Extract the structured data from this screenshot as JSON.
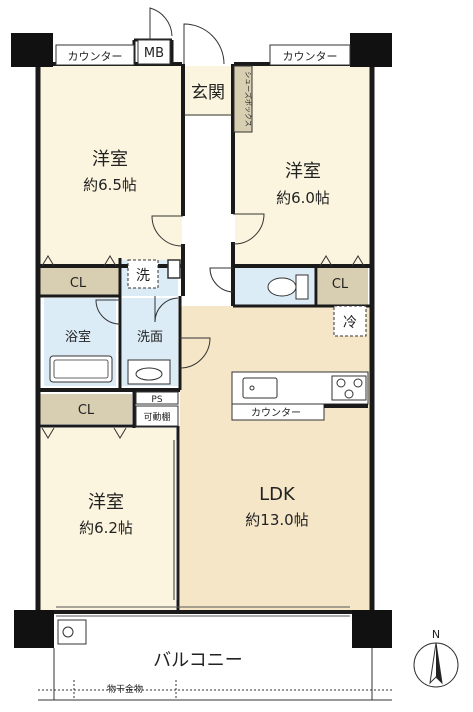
{
  "rooms": {
    "western1": {
      "name": "洋室",
      "size": "約6.5帖"
    },
    "western2": {
      "name": "洋室",
      "size": "約6.0帖"
    },
    "western3": {
      "name": "洋室",
      "size": "約6.2帖"
    },
    "ldk": {
      "name": "LDK",
      "size": "約13.0帖"
    },
    "bath": {
      "name": "浴室"
    },
    "washroom": {
      "name": "洗面"
    },
    "entrance": {
      "name": "玄関"
    },
    "balcony": {
      "name": "バルコニー"
    }
  },
  "labels": {
    "counter1": "カウンター",
    "counter2": "カウンター",
    "counter3": "カウンター",
    "mb": "MB",
    "shoebox": "シューズボックス",
    "cl1": "CL",
    "cl2": "CL",
    "cl3": "CL",
    "wash": "洗",
    "fridge": "冷",
    "ps": "PS",
    "shelf": "可動棚",
    "laundry_pole": "物干金物",
    "north": "N"
  },
  "colors": {
    "wall": "#1a1a1a",
    "room": "#fbf4de",
    "ldk": "#f5e6c8",
    "wet": "#dcecf7",
    "closet": "#d8ceb1",
    "line": "#333333"
  }
}
